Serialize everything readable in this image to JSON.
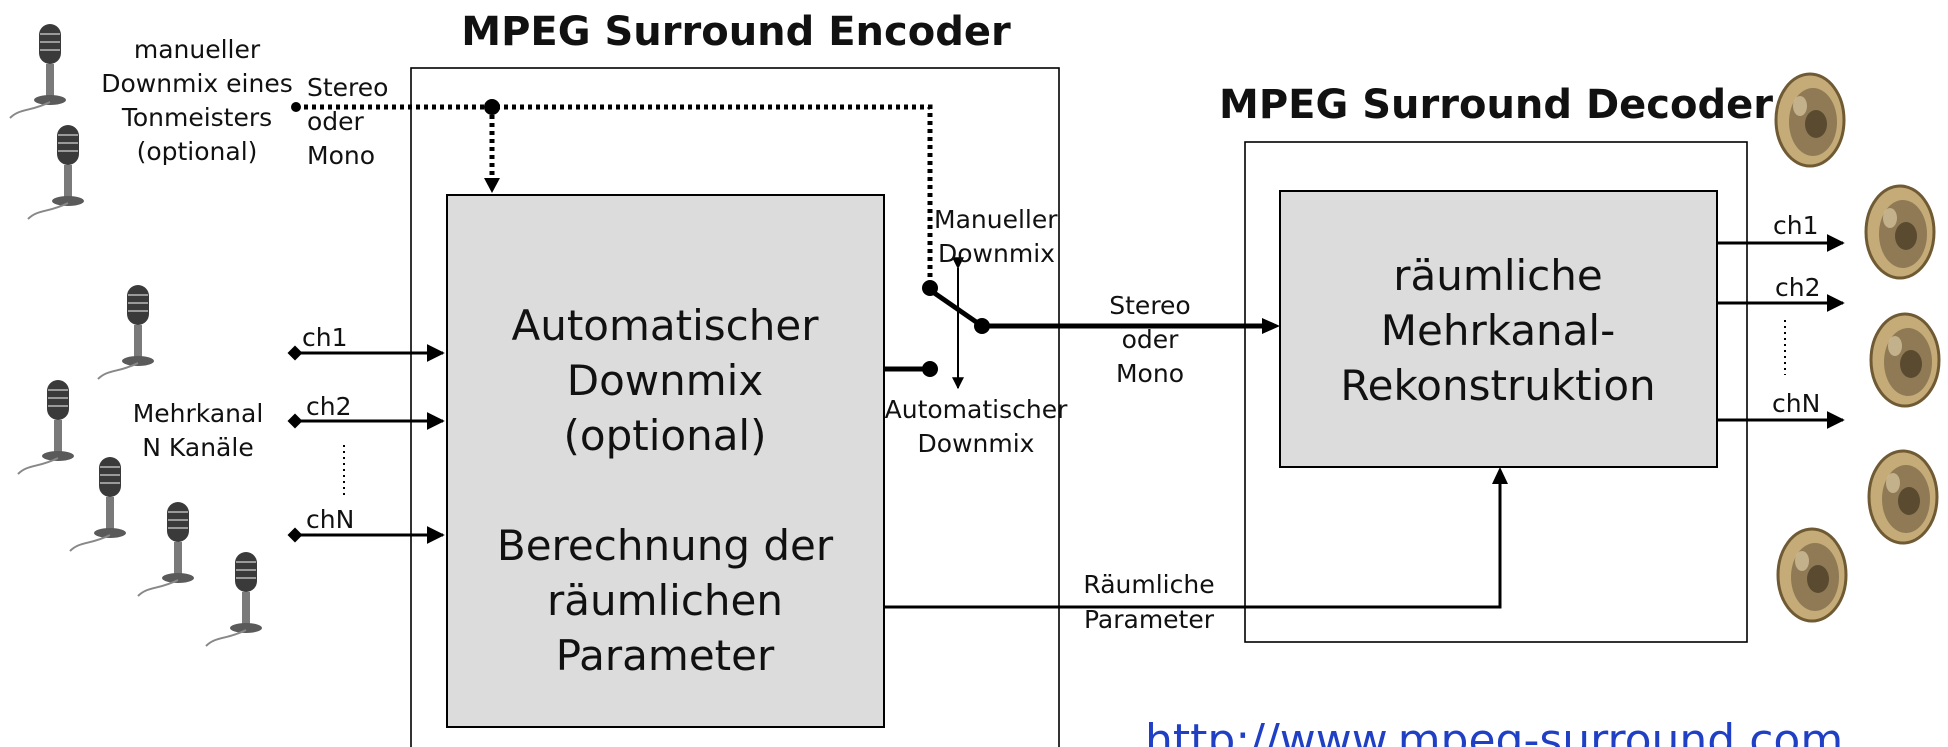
{
  "encoder": {
    "title": "MPEG Surround Encoder",
    "block_lines": [
      "Automatischer",
      "Downmix",
      "(optional)",
      "",
      "Berechnung der",
      "räumlichen",
      "Parameter"
    ]
  },
  "decoder": {
    "title": "MPEG Surround Decoder",
    "block_lines": [
      "räumliche",
      "Mehrkanal-",
      "Rekonstruktion"
    ]
  },
  "inputs": {
    "manual_label_lines": [
      "manueller",
      "Downmix eines",
      "Tonmeisters",
      "(optional)"
    ],
    "stereo_mono_lines": [
      "Stereo",
      "oder",
      "Mono"
    ],
    "multichannel_label_lines": [
      "Mehrkanal",
      "N Kanäle"
    ],
    "channels": [
      "ch1",
      "ch2",
      "chN"
    ]
  },
  "switch": {
    "manual_lines": [
      "Manueller",
      "Downmix"
    ],
    "auto_lines": [
      "Automatischer",
      "Downmix"
    ]
  },
  "transmission": {
    "downmix_lines": [
      "Stereo",
      "oder",
      "Mono"
    ],
    "params_lines": [
      "Räumliche",
      "Parameter"
    ]
  },
  "outputs": {
    "channels": [
      "ch1",
      "ch2",
      "chN"
    ]
  },
  "url": "http://www.mpeg-surround.com",
  "colors": {
    "block_fill": "#dcdcdc",
    "url": "#1f3fc4",
    "speaker": "#b49a6a"
  },
  "icons": {
    "microphone": "microphone-icon",
    "speaker": "speaker-icon"
  }
}
